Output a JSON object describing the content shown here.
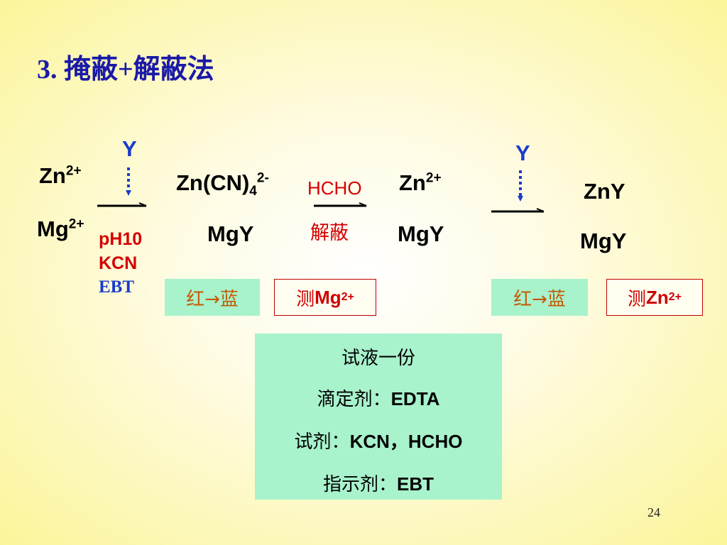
{
  "title": "3. 掩蔽+解蔽法",
  "stage1": {
    "ions": [
      {
        "base": "Zn",
        "charge": "2+"
      },
      {
        "base": "Mg",
        "charge": "2+"
      }
    ],
    "titrant": "Y",
    "conditions": [
      "pH10",
      "KCN",
      "EBT"
    ]
  },
  "stage2": {
    "complex": {
      "base": "Zn(CN)",
      "sub": "4",
      "charge": "2-"
    },
    "product": "MgY",
    "reagent": "HCHO",
    "reagent_note": "解蔽"
  },
  "stage3": {
    "ion": {
      "base": "Zn",
      "charge": "2+"
    },
    "product": "MgY",
    "titrant": "Y"
  },
  "stage4": {
    "products": [
      "ZnY",
      "MgY"
    ]
  },
  "color_change_labels": [
    "红→蓝",
    "红→蓝"
  ],
  "measure_labels": [
    {
      "prefix": "测",
      "ion": "Mg",
      "charge": "2+"
    },
    {
      "prefix": "测",
      "ion": "Zn",
      "charge": "2+"
    }
  ],
  "info": {
    "line1": "试液一份",
    "line2_label": "滴定剂：",
    "line2_value": "EDTA",
    "line3_label": "试剂：",
    "line3_value": "KCN，HCHO",
    "line4_label": "指示剂：",
    "line4_value": "EBT"
  },
  "page_number": "24",
  "colors": {
    "title": "#1a1aa8",
    "titrant_blue": "#1a3bcc",
    "condition_red": "#d40000",
    "box_green": "#a8f2cc",
    "box_text_orange": "#c45a00",
    "measure_red": "#cc0000"
  }
}
